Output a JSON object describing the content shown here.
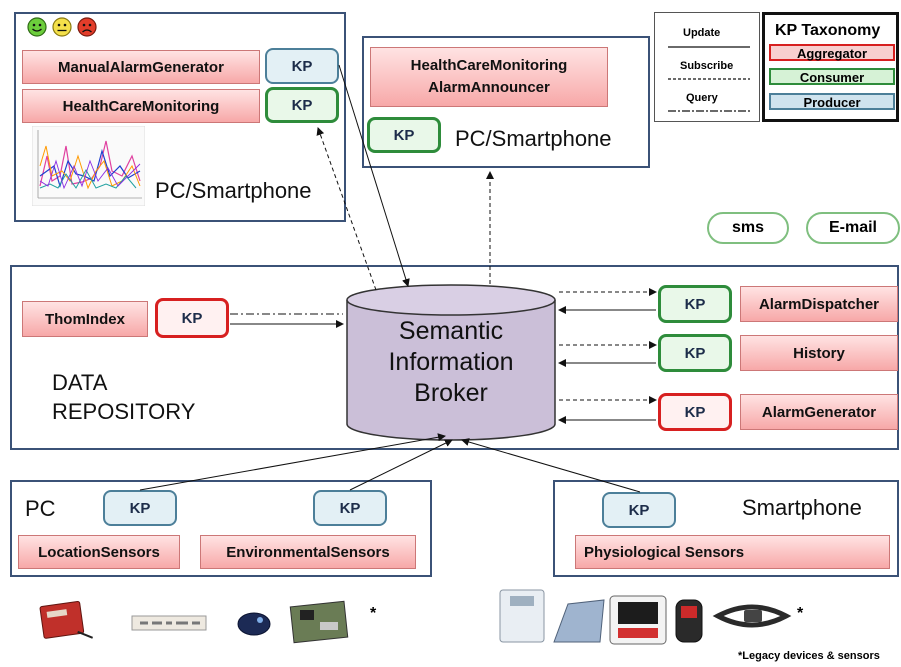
{
  "top_left": {
    "manual_alarm_generator": "ManualAlarmGenerator",
    "healthcare_monitoring": "HealthCareMonitoring",
    "platform": "PC/Smartphone"
  },
  "top_middle": {
    "title_line1": "HealthCareMonitoring",
    "title_line2": "AlarmAnnouncer",
    "platform": "PC/Smartphone"
  },
  "legend": {
    "update": "Update",
    "subscribe": "Subscribe",
    "query": "Query",
    "taxonomy_title": "KP Taxonomy",
    "aggregator": "Aggregator",
    "consumer": "Consumer",
    "producer": "Producer"
  },
  "kp_label": "KP",
  "outputs": {
    "sms": "sms",
    "email": "E-mail"
  },
  "repository": {
    "label_line1": "DATA",
    "label_line2": "REPOSITORY",
    "thom_index": "ThomIndex",
    "sib_line1": "Semantic",
    "sib_line2": "Information",
    "sib_line3": "Broker",
    "alarm_dispatcher": "AlarmDispatcher",
    "history": "History",
    "alarm_generator": "AlarmGenerator"
  },
  "pc_box": {
    "label": "PC",
    "location_sensors": "LocationSensors",
    "environmental_sensors": "EnvironmentalSensors",
    "asterisk": "*"
  },
  "smartphone_box": {
    "label": "Smartphone",
    "physiological_sensors": "Physiological Sensors",
    "asterisk": "*"
  },
  "footnote": "*Legacy devices & sensors",
  "colors": {
    "panel_border": "#3b5277",
    "box_fill_top": "#ffe3e3",
    "box_fill_bottom": "#f7a8a8",
    "aggregator": "#d72020",
    "consumer": "#2e8c3b",
    "producer": "#4c7f99",
    "broker_fill": "#cbbfd8"
  }
}
